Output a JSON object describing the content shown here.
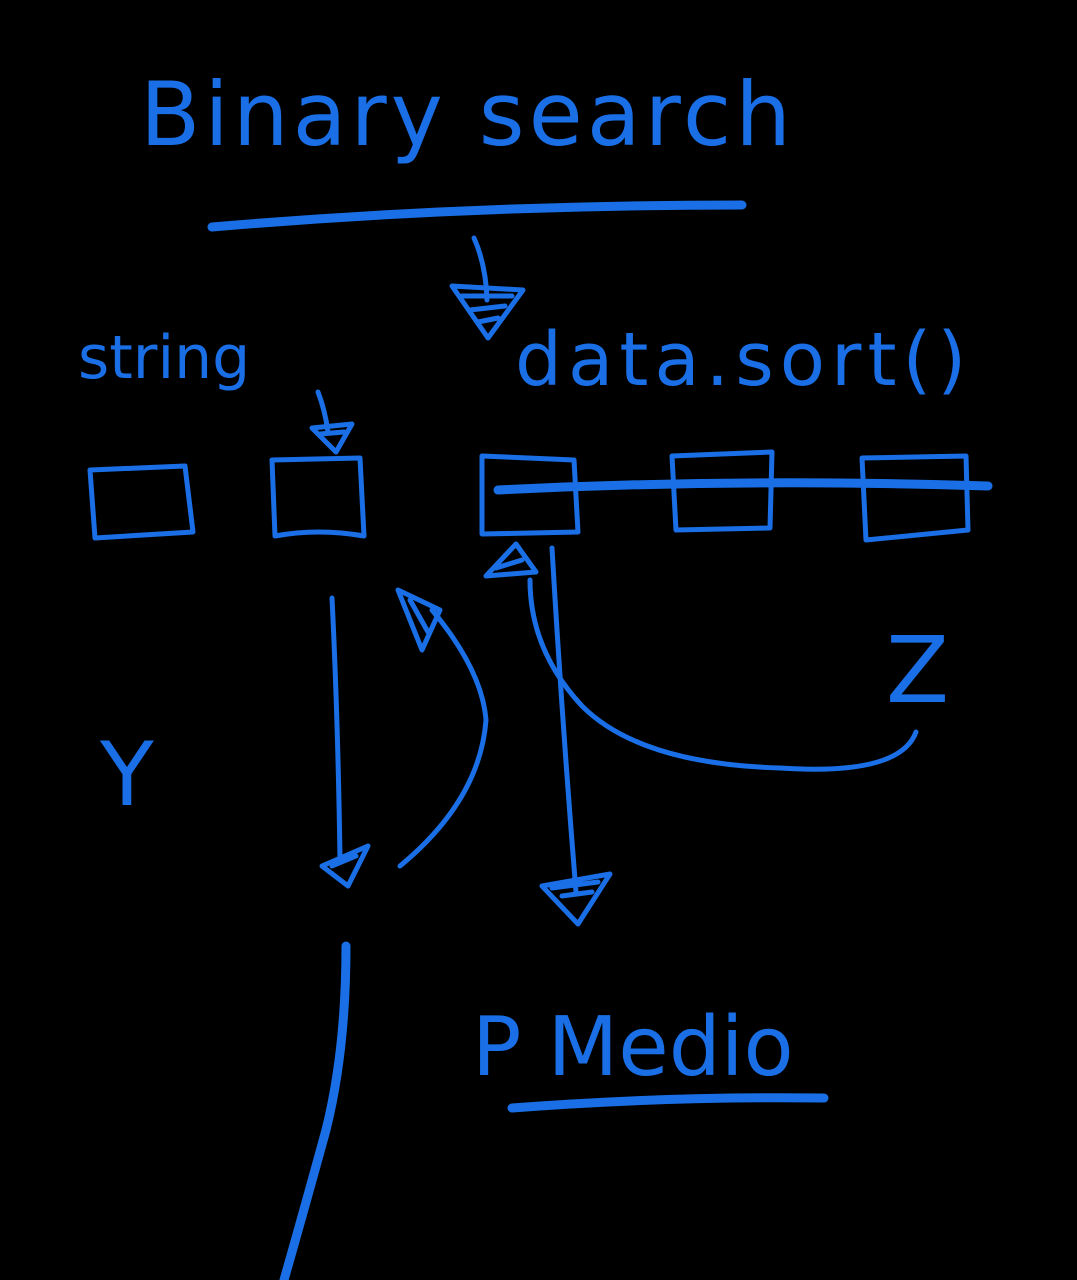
{
  "title": "Binary search",
  "labels": {
    "string": "string",
    "sort_call": "data.sort()",
    "y": "Y",
    "z": "Z",
    "middle": "P Medio"
  },
  "ink_color": "#1a6fe6",
  "background_color": "#000000"
}
